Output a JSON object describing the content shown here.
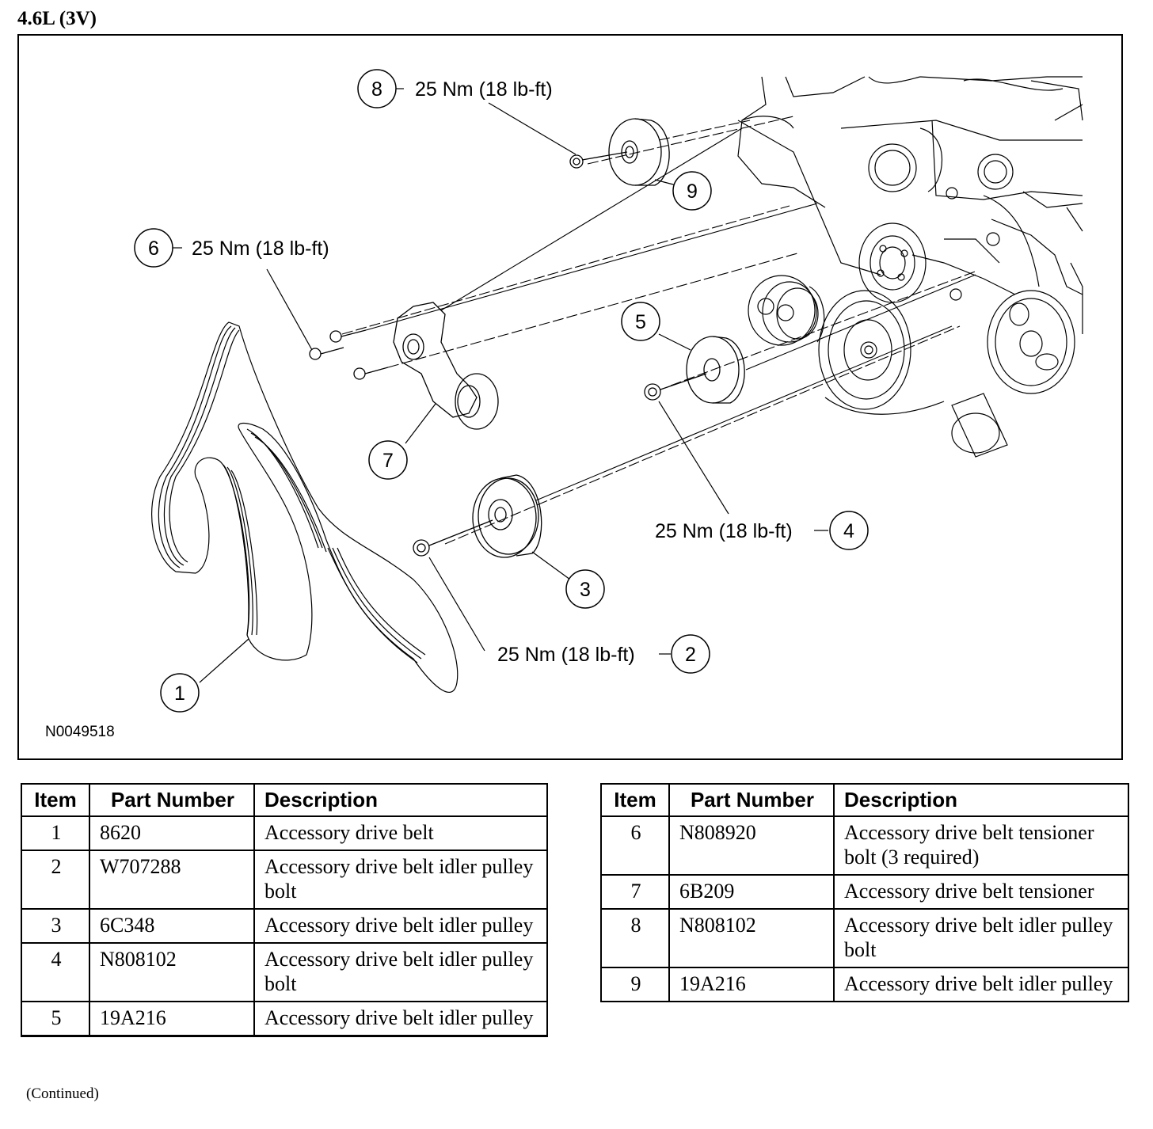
{
  "page": {
    "title": "4.6L (3V)",
    "continued_note": "(Continued)"
  },
  "figure": {
    "figure_id": "N0049518",
    "callouts": [
      {
        "item": "1",
        "torque": ""
      },
      {
        "item": "2",
        "torque": "25 Nm (18 lb-ft)"
      },
      {
        "item": "3",
        "torque": ""
      },
      {
        "item": "4",
        "torque": "25 Nm (18 lb-ft)"
      },
      {
        "item": "5",
        "torque": ""
      },
      {
        "item": "6",
        "torque": "25 Nm (18 lb-ft)"
      },
      {
        "item": "7",
        "torque": ""
      },
      {
        "item": "8",
        "torque": "25 Nm (18 lb-ft)"
      },
      {
        "item": "9",
        "torque": ""
      }
    ],
    "components": [
      "accessory-drive-belt",
      "idler-pulley-bolt",
      "idler-pulley",
      "tensioner-bolt",
      "belt-tensioner",
      "engine-front"
    ]
  },
  "parts_table": {
    "headers": {
      "item": "Item",
      "part_number": "Part Number",
      "description": "Description"
    },
    "left_rows": [
      {
        "item": "1",
        "part_number": "8620",
        "description": "Accessory drive belt"
      },
      {
        "item": "2",
        "part_number": "W707288",
        "description": "Accessory drive belt idler pulley bolt"
      },
      {
        "item": "3",
        "part_number": "6C348",
        "description": "Accessory drive belt idler pulley"
      },
      {
        "item": "4",
        "part_number": "N808102",
        "description": "Accessory drive belt idler pulley bolt"
      },
      {
        "item": "5",
        "part_number": "19A216",
        "description": "Accessory drive belt idler pulley"
      }
    ],
    "right_rows": [
      {
        "item": "6",
        "part_number": "N808920",
        "description": "Accessory drive belt tensioner bolt (3 required)"
      },
      {
        "item": "7",
        "part_number": "6B209",
        "description": "Accessory drive belt tensioner"
      },
      {
        "item": "8",
        "part_number": "N808102",
        "description": "Accessory drive belt idler pulley bolt"
      },
      {
        "item": "9",
        "part_number": "19A216",
        "description": "Accessory drive belt idler pulley"
      }
    ]
  }
}
